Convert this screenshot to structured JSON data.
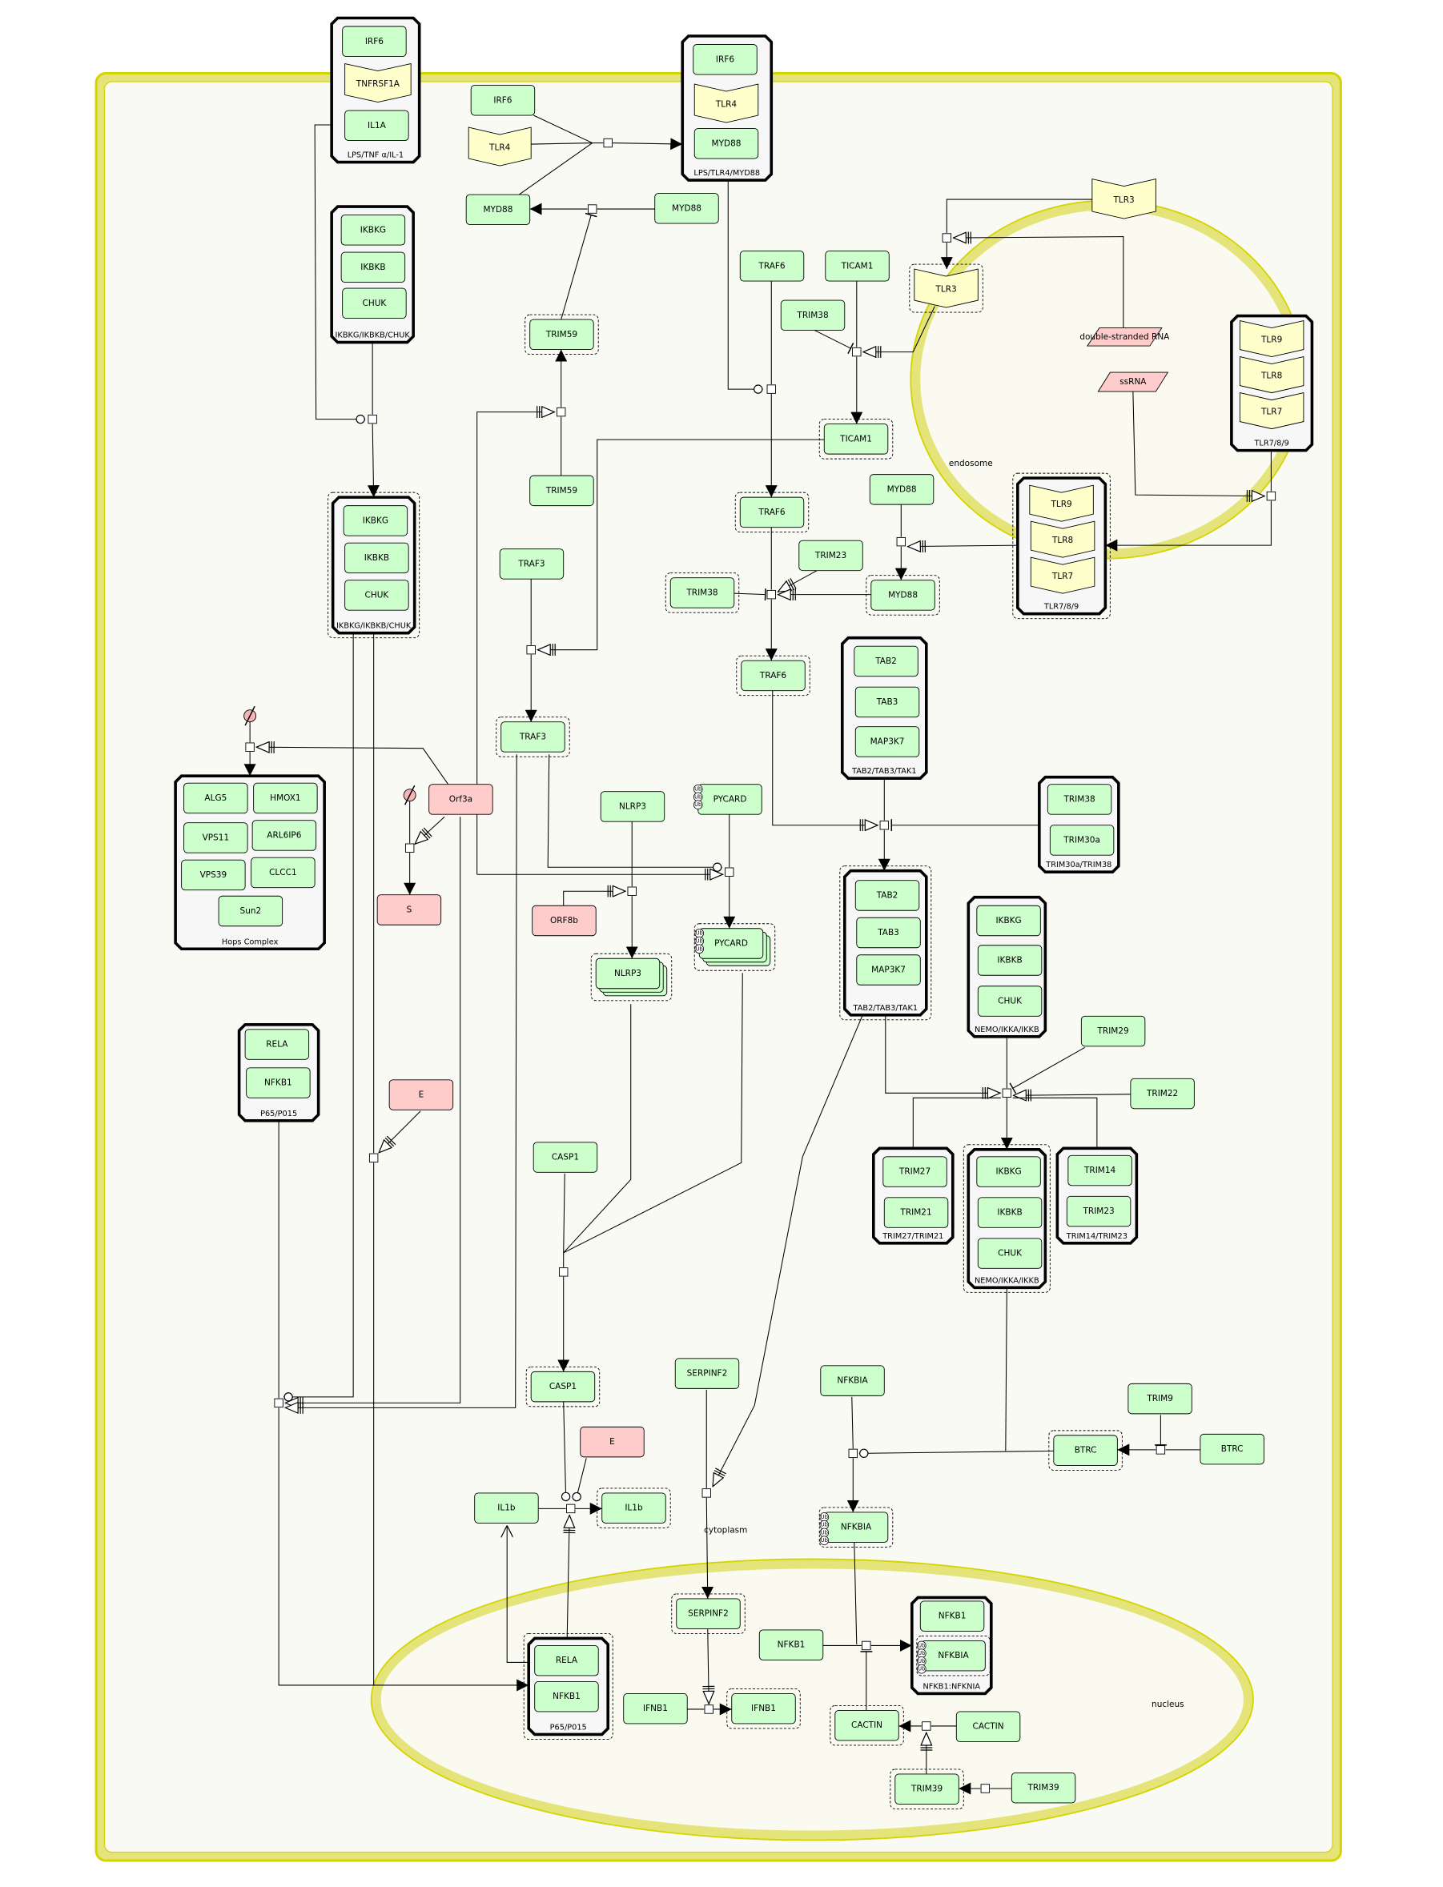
{
  "colors": {
    "macromolecule": "#ccffcc",
    "receptor": "#ffffcc",
    "viral_protein": "#ffcccc",
    "simple_chemical": "#ffcccc",
    "complex_fill": "#f7f7f7",
    "compartment_border": "#d4d400",
    "compartment_band": "#e4e47a",
    "compartment_fill": "#fafaf5"
  },
  "compartments": {
    "cytoplasm": "cytoplasm",
    "endosome": "endosome",
    "nucleus": "nucleus"
  },
  "ub_label": "Ub",
  "nodes": {
    "c_lps_tnf": {
      "label": "LPS/TNF α/IL-1",
      "type": "complex",
      "children": [
        {
          "label": "IRF6",
          "type": "macromolecule"
        },
        {
          "label": "TNFRSF1A",
          "type": "receptor"
        },
        {
          "label": "IL1A",
          "type": "macromolecule"
        }
      ]
    },
    "c_lps_tlr4": {
      "label": "LPS/TLR4/MYD88",
      "type": "complex",
      "children": [
        {
          "label": "IRF6",
          "type": "macromolecule"
        },
        {
          "label": "TLR4",
          "type": "receptor"
        },
        {
          "label": "MYD88",
          "type": "macromolecule"
        }
      ]
    },
    "c_ikk_1": {
      "label": "IKBKG/IKBKB/CHUK",
      "type": "complex",
      "children": [
        {
          "label": "IKBKG",
          "type": "macromolecule"
        },
        {
          "label": "IKBKB",
          "type": "macromolecule"
        },
        {
          "label": "CHUK",
          "type": "macromolecule"
        }
      ]
    },
    "c_ikk_2": {
      "label": "IKBKG/IKBKB/CHUK",
      "type": "complex",
      "children": [
        {
          "label": "IKBKG",
          "type": "macromolecule"
        },
        {
          "label": "IKBKB",
          "type": "macromolecule"
        },
        {
          "label": "CHUK",
          "type": "macromolecule"
        }
      ]
    },
    "c_tlr789_1": {
      "label": "TLR7/8/9",
      "type": "complex",
      "children": [
        {
          "label": "TLR9",
          "type": "receptor"
        },
        {
          "label": "TLR8",
          "type": "receptor"
        },
        {
          "label": "TLR7",
          "type": "receptor"
        }
      ]
    },
    "c_tlr789_2": {
      "label": "TLR7/8/9",
      "type": "complex",
      "children": [
        {
          "label": "TLR9",
          "type": "receptor"
        },
        {
          "label": "TLR8",
          "type": "receptor"
        },
        {
          "label": "TLR7",
          "type": "receptor"
        }
      ]
    },
    "c_tak1_1": {
      "label": "TAB2/TAB3/TAK1",
      "type": "complex",
      "children": [
        {
          "label": "TAB2",
          "type": "macromolecule"
        },
        {
          "label": "TAB3",
          "type": "macromolecule"
        },
        {
          "label": "MAP3K7",
          "type": "macromolecule"
        }
      ]
    },
    "c_trim30a": {
      "label": "TRIM30a/TRIM38",
      "type": "complex",
      "children": [
        {
          "label": "TRIM38",
          "type": "macromolecule"
        },
        {
          "label": "TRIM30a",
          "type": "macromolecule"
        }
      ]
    },
    "c_tak1_2": {
      "label": "TAB2/TAB3/TAK1",
      "type": "complex",
      "children": [
        {
          "label": "TAB2",
          "type": "macromolecule"
        },
        {
          "label": "TAB3",
          "type": "macromolecule"
        },
        {
          "label": "MAP3K7",
          "type": "macromolecule"
        }
      ]
    },
    "c_nemo_1": {
      "label": "NEMO/IKKA/IKKB",
      "type": "complex",
      "children": [
        {
          "label": "IKBKG",
          "type": "macromolecule"
        },
        {
          "label": "IKBKB",
          "type": "macromolecule"
        },
        {
          "label": "CHUK",
          "type": "macromolecule"
        }
      ]
    },
    "c_trim27": {
      "label": "TRIM27/TRIM21",
      "type": "complex",
      "children": [
        {
          "label": "TRIM27",
          "type": "macromolecule"
        },
        {
          "label": "TRIM21",
          "type": "macromolecule"
        }
      ]
    },
    "c_nemo_2": {
      "label": "NEMO/IKKA/IKKB",
      "type": "complex",
      "children": [
        {
          "label": "IKBKG",
          "type": "macromolecule"
        },
        {
          "label": "IKBKB",
          "type": "macromolecule"
        },
        {
          "label": "CHUK",
          "type": "macromolecule"
        }
      ]
    },
    "c_trim14": {
      "label": "TRIM14/TRIM23",
      "type": "complex",
      "children": [
        {
          "label": "TRIM14",
          "type": "macromolecule"
        },
        {
          "label": "TRIM23",
          "type": "macromolecule"
        }
      ]
    },
    "c_hops": {
      "label": "Hops Complex",
      "type": "complex",
      "children": [
        {
          "label": "ALG5",
          "type": "macromolecule"
        },
        {
          "label": "HMOX1",
          "type": "macromolecule"
        },
        {
          "label": "VPS11",
          "type": "macromolecule"
        },
        {
          "label": "ARL6IP6",
          "type": "macromolecule"
        },
        {
          "label": "VPS39",
          "type": "macromolecule"
        },
        {
          "label": "CLCC1",
          "type": "macromolecule"
        },
        {
          "label": "Sun2",
          "type": "macromolecule"
        }
      ]
    },
    "c_p65_1": {
      "label": "P65/P015",
      "type": "complex",
      "children": [
        {
          "label": "RELA",
          "type": "macromolecule"
        },
        {
          "label": "NFKB1",
          "type": "macromolecule"
        }
      ]
    },
    "c_p65_2": {
      "label": "P65/P015",
      "type": "complex",
      "children": [
        {
          "label": "RELA",
          "type": "macromolecule"
        },
        {
          "label": "NFKB1",
          "type": "macromolecule"
        }
      ]
    },
    "c_nfkb1_nfkbia": {
      "label": "NFKB1:NFKNIA",
      "type": "complex",
      "children": [
        {
          "label": "NFKB1",
          "type": "macromolecule"
        },
        {
          "label": "NFKBIA",
          "type": "macromolecule"
        }
      ]
    },
    "irf6": {
      "label": "IRF6",
      "type": "macromolecule"
    },
    "tlr4": {
      "label": "TLR4",
      "type": "receptor"
    },
    "myd88_a": {
      "label": "MYD88",
      "type": "macromolecule"
    },
    "myd88_b": {
      "label": "MYD88",
      "type": "macromolecule"
    },
    "trim59_a": {
      "label": "TRIM59",
      "type": "macromolecule"
    },
    "trim59_b": {
      "label": "TRIM59",
      "type": "macromolecule"
    },
    "traf6_a": {
      "label": "TRAF6",
      "type": "macromolecule"
    },
    "ticam1_a": {
      "label": "TICAM1",
      "type": "macromolecule"
    },
    "trim38_a": {
      "label": "TRIM38",
      "type": "macromolecule"
    },
    "tlr3_a": {
      "label": "TLR3",
      "type": "receptor"
    },
    "tlr3_b": {
      "label": "TLR3",
      "type": "receptor"
    },
    "dsrna": {
      "label": "double-stranded RNA",
      "type": "simple_chemical"
    },
    "ssrna": {
      "label": "ssRNA",
      "type": "simple_chemical"
    },
    "ticam1_b": {
      "label": "TICAM1",
      "type": "macromolecule"
    },
    "myd88_c": {
      "label": "MYD88",
      "type": "macromolecule"
    },
    "traf6_b": {
      "label": "TRAF6",
      "type": "macromolecule"
    },
    "trim23": {
      "label": "TRIM23",
      "type": "macromolecule"
    },
    "trim38_b": {
      "label": "TRIM38",
      "type": "macromolecule"
    },
    "myd88_d": {
      "label": "MYD88",
      "type": "macromolecule"
    },
    "traf3_a": {
      "label": "TRAF3",
      "type": "macromolecule"
    },
    "traf6_c": {
      "label": "TRAF6",
      "type": "macromolecule"
    },
    "traf3_b": {
      "label": "TRAF3",
      "type": "macromolecule"
    },
    "orf3a": {
      "label": "Orf3a",
      "type": "viral_protein"
    },
    "s": {
      "label": "S",
      "type": "viral_protein"
    },
    "nlrp3_a": {
      "label": "NLRP3",
      "type": "macromolecule"
    },
    "pycard_a": {
      "label": "PYCARD",
      "type": "macromolecule"
    },
    "orf8b": {
      "label": "ORF8b",
      "type": "viral_protein"
    },
    "nlrp3_b": {
      "label": "NLRP3",
      "type": "macromolecule"
    },
    "pycard_b": {
      "label": "PYCARD",
      "type": "macromolecule"
    },
    "e_a": {
      "label": "E",
      "type": "viral_protein"
    },
    "casp1_a": {
      "label": "CASP1",
      "type": "macromolecule"
    },
    "trim29": {
      "label": "TRIM29",
      "type": "macromolecule"
    },
    "trim22": {
      "label": "TRIM22",
      "type": "macromolecule"
    },
    "casp1_b": {
      "label": "CASP1",
      "type": "macromolecule"
    },
    "serpinf2_a": {
      "label": "SERPINF2",
      "type": "macromolecule"
    },
    "e_b": {
      "label": "E",
      "type": "viral_protein"
    },
    "il1b_a": {
      "label": "IL1b",
      "type": "macromolecule"
    },
    "il1b_b": {
      "label": "IL1b",
      "type": "macromolecule"
    },
    "nfkbia_a": {
      "label": "NFKBIA",
      "type": "macromolecule"
    },
    "trim9": {
      "label": "TRIM9",
      "type": "macromolecule"
    },
    "btrc_a": {
      "label": "BTRC",
      "type": "macromolecule"
    },
    "btrc_b": {
      "label": "BTRC",
      "type": "macromolecule"
    },
    "nfkbia_b": {
      "label": "NFKBIA",
      "type": "macromolecule"
    },
    "serpinf2_b": {
      "label": "SERPINF2",
      "type": "macromolecule"
    },
    "nfkb1": {
      "label": "NFKB1",
      "type": "macromolecule"
    },
    "ifnb1_a": {
      "label": "IFNB1",
      "type": "macromolecule"
    },
    "ifnb1_b": {
      "label": "IFNB1",
      "type": "macromolecule"
    },
    "cactin_a": {
      "label": "CACTIN",
      "type": "macromolecule"
    },
    "cactin_b": {
      "label": "CACTIN",
      "type": "macromolecule"
    },
    "trim39_a": {
      "label": "TRIM39",
      "type": "macromolecule"
    },
    "trim39_b": {
      "label": "TRIM39",
      "type": "macromolecule"
    }
  }
}
